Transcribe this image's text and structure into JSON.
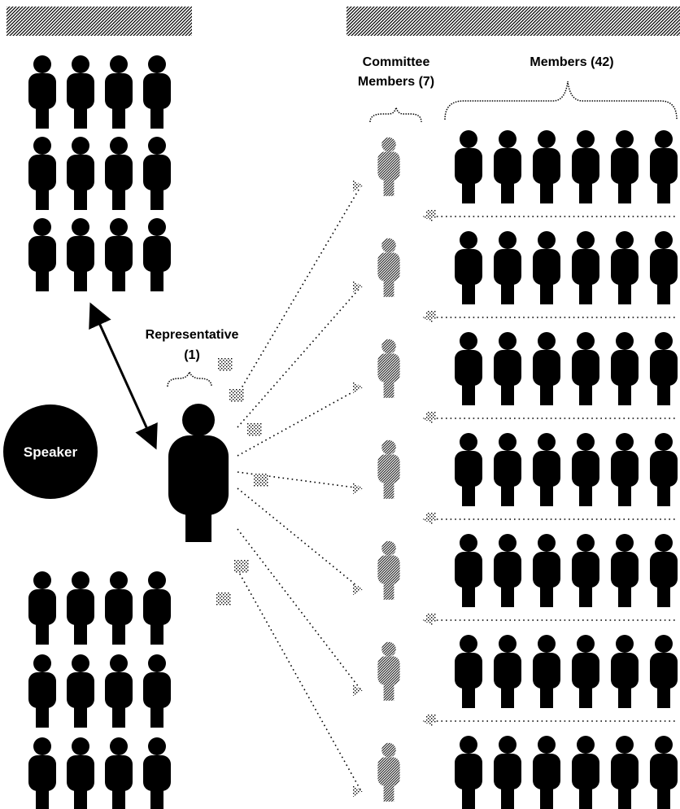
{
  "labels": {
    "committee_line1": "Committee",
    "committee_line2": "Members (7)",
    "members": "Members (42)",
    "representative_line1": "Representative",
    "representative_line2": "(1)",
    "speaker": "Speaker"
  },
  "counts": {
    "left_group_rows": 3,
    "left_group_cols": 4,
    "committee_members": 7,
    "member_rows": 7,
    "members_per_row": 6
  },
  "colors": {
    "figure": "#000000",
    "background": "#ffffff",
    "hatch": "#000000"
  },
  "icons": [
    "person-icon",
    "hatched-person-icon",
    "double-arrow-icon",
    "dotted-arrow-icon",
    "brace-icon"
  ]
}
